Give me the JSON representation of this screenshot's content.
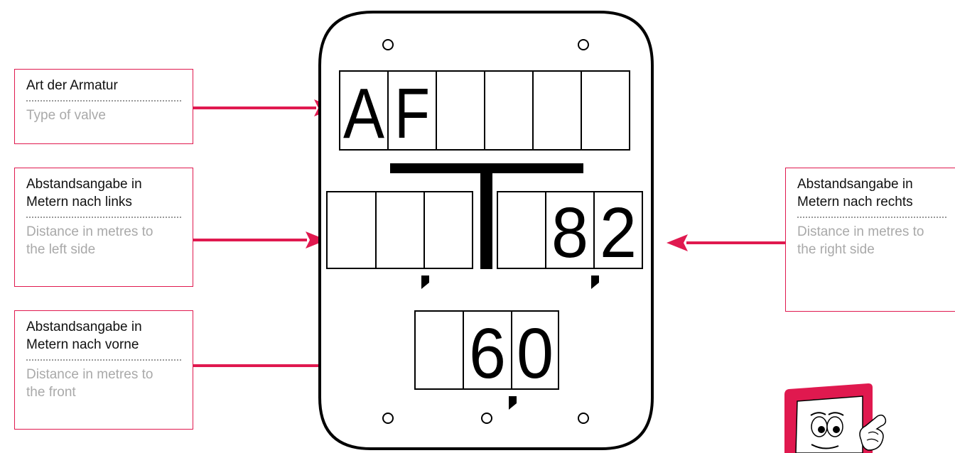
{
  "labels": {
    "valve_type": {
      "de": "Art der Armatur",
      "en": "Type of valve"
    },
    "distance_left": {
      "de": "Abstandsangabe in Metern nach links",
      "en": "Distance in metres to the left side"
    },
    "distance_front": {
      "de": "Abstandsangabe in Metern nach vorne",
      "en": "Distance in metres to the front"
    },
    "distance_right": {
      "de": "Abstandsangabe in Metern nach rechts",
      "en": "Distance in metres to the right side"
    }
  },
  "sign": {
    "valve_code": [
      "A",
      "F",
      "",
      "",
      "",
      ""
    ],
    "left_digits": [
      "",
      "",
      ""
    ],
    "right_digits": [
      "",
      "8",
      "2"
    ],
    "front_digits": [
      "",
      "6",
      "0"
    ]
  },
  "colors": {
    "accent": "#e0194f",
    "sign_stroke": "#000000"
  },
  "icons": {
    "mascot": "hydrant-sign-mascot-icon"
  }
}
